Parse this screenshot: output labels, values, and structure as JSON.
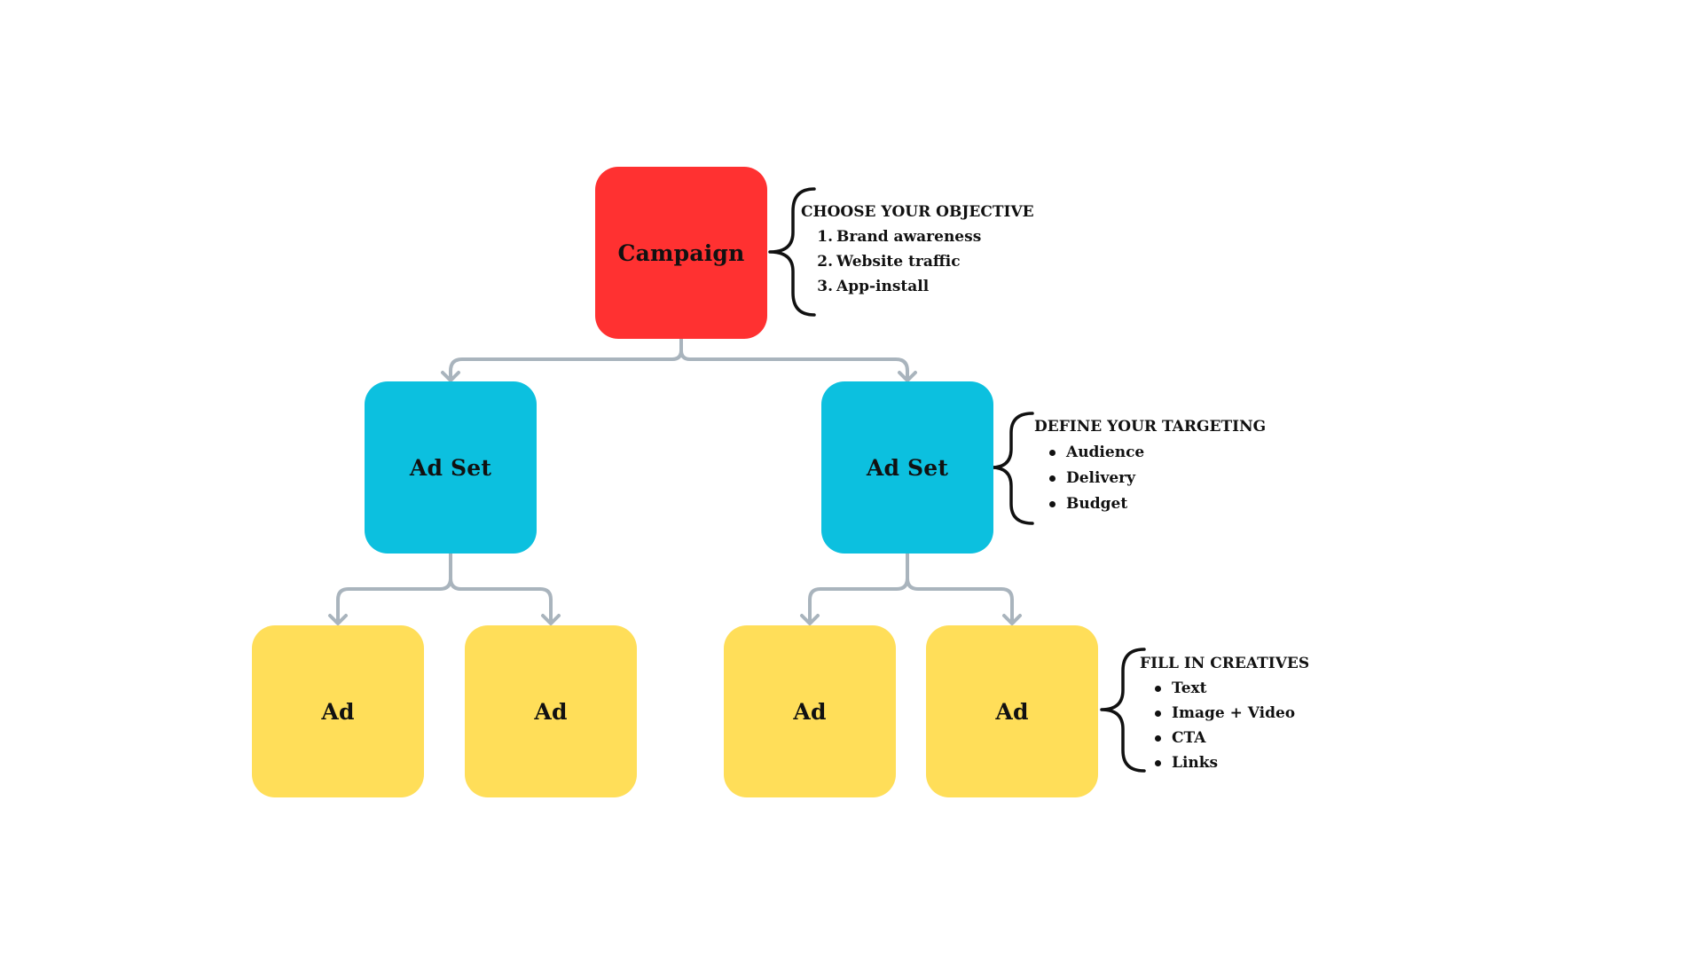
{
  "nodes": {
    "campaign": "Campaign",
    "adset_left": "Ad Set",
    "adset_right": "Ad Set",
    "ad_1": "Ad",
    "ad_2": "Ad",
    "ad_3": "Ad",
    "ad_4": "Ad"
  },
  "notes": {
    "objective": {
      "title": "CHOOSE YOUR OBJECTIVE",
      "items": [
        {
          "num": "1.",
          "text": "Brand awareness"
        },
        {
          "num": "2.",
          "text": "Website traffic"
        },
        {
          "num": "3.",
          "text": "App-install"
        }
      ]
    },
    "targeting": {
      "title": "DEFINE YOUR TARGETING",
      "items": [
        "Audience",
        "Delivery",
        "Budget"
      ]
    },
    "creatives": {
      "title": "FILL IN CREATIVES",
      "items": [
        "Text",
        "Image + Video",
        "CTA",
        "Links"
      ]
    }
  },
  "colors": {
    "campaign": "#ff3131",
    "adset": "#0cc0df",
    "ad": "#ffde59",
    "connector": "#a9b4bd",
    "brace": "#111111"
  }
}
